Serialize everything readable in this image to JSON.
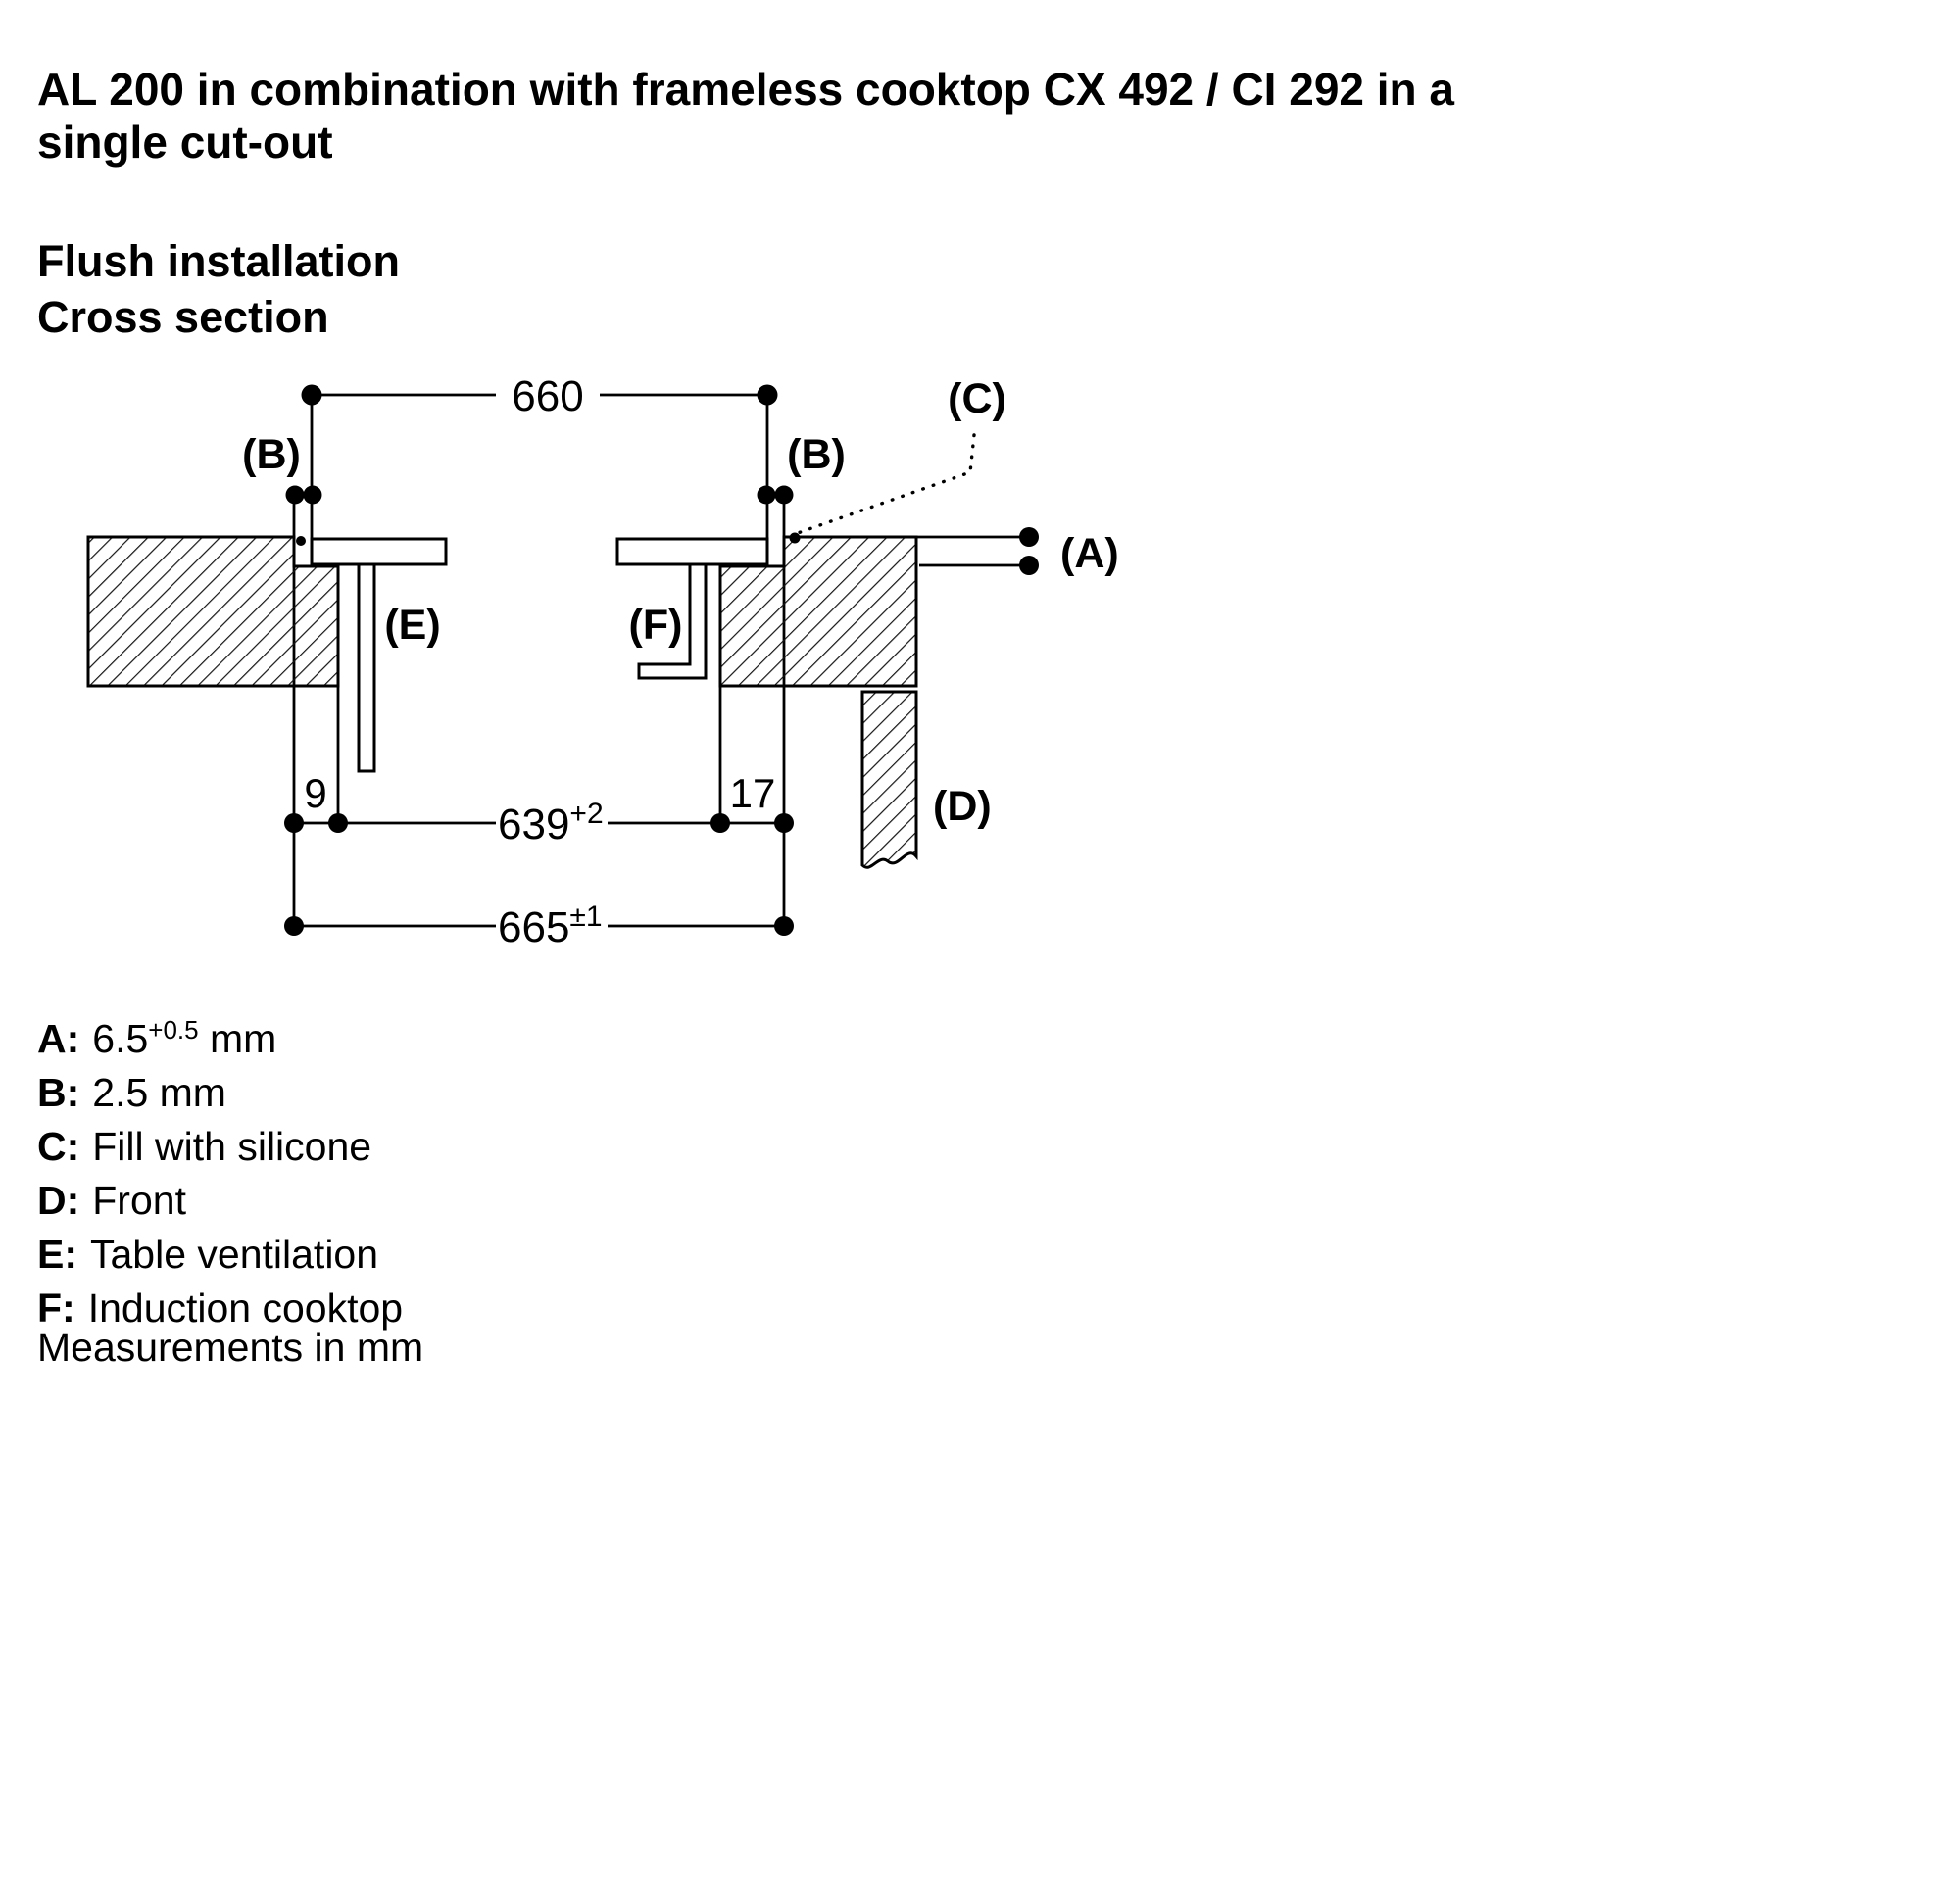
{
  "page": {
    "title": "AL 200 in combination with frameless cooktop CX 492 / CI 292 in a single cut-out",
    "subtitle_line1": "Flush installation",
    "subtitle_line2": "Cross section",
    "footer": "Measurements in mm"
  },
  "diagram": {
    "dims": {
      "top_width": "660",
      "cutout_width_base": "639",
      "cutout_width_sup": "+2",
      "recess_width_base": "665",
      "recess_width_sup": "±1",
      "left_ledge": "9",
      "right_ledge": "17"
    },
    "labels": {
      "A": "(A)",
      "B_left": "(B)",
      "B_right": "(B)",
      "C": "(C)",
      "D": "(D)",
      "E": "(E)",
      "F": "(F)"
    },
    "colors": {
      "ink": "#000000",
      "background": "#ffffff"
    }
  },
  "legend": {
    "items": [
      {
        "key": "A:",
        "pre": "6.5",
        "sup": "+0.5",
        "post": " mm"
      },
      {
        "key": "B:",
        "pre": "2.5 mm",
        "sup": "",
        "post": ""
      },
      {
        "key": "C:",
        "pre": "Fill with silicone",
        "sup": "",
        "post": ""
      },
      {
        "key": "D:",
        "pre": "Front",
        "sup": "",
        "post": ""
      },
      {
        "key": "E:",
        "pre": "Table ventilation",
        "sup": "",
        "post": ""
      },
      {
        "key": "F:",
        "pre": "Induction cooktop",
        "sup": "",
        "post": ""
      }
    ]
  }
}
